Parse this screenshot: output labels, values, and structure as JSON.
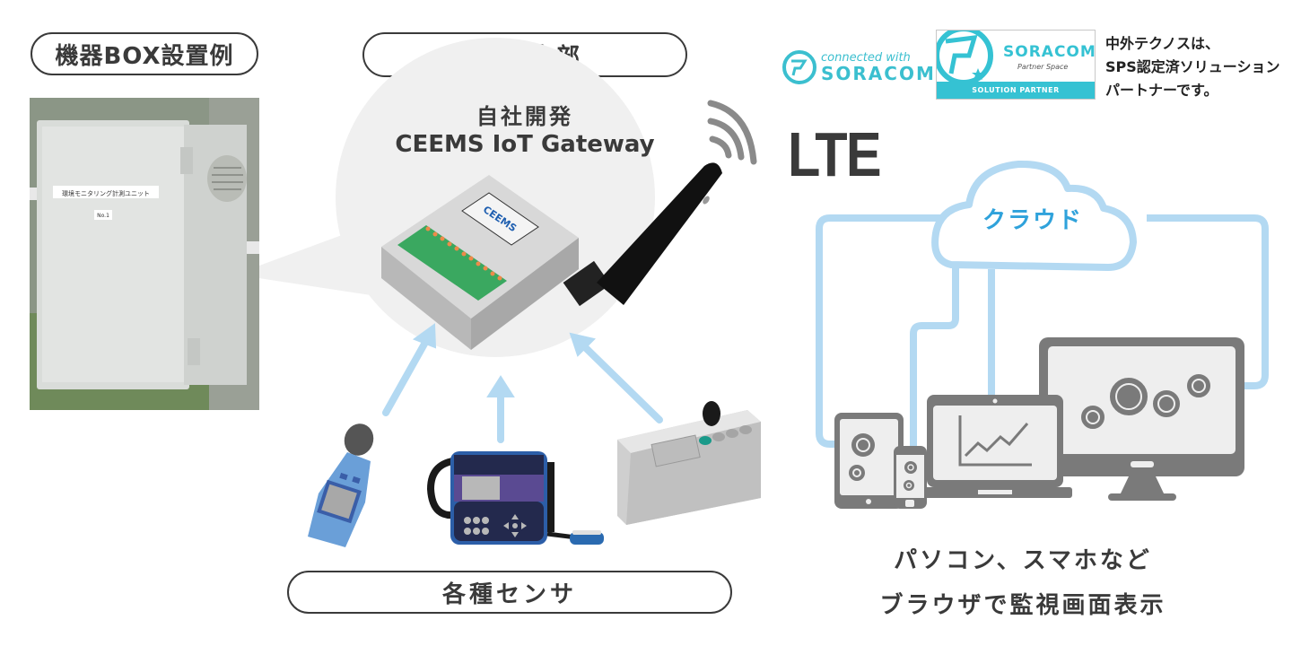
{
  "labels": {
    "box_example": "機器BOX設置例",
    "box_inside": "BOX内部",
    "sensors": "各種センサ"
  },
  "gateway": {
    "title_line1": "自社開発",
    "title_line2": "CEEMS IoT Gateway",
    "device_brand": "CEEMS"
  },
  "photo": {
    "enclosure_label": "環境モニタリング計測ユニット",
    "enclosure_number": "No.1"
  },
  "network": {
    "connection": "LTE",
    "cloud": "クラウド"
  },
  "soracom": {
    "connected_with": "connected with",
    "brand": "SORACOM",
    "partner_space": "Partner Space",
    "solution_partner": "SOLUTION PARTNER",
    "partner_statement": [
      "中外テクノスは、",
      "SPS認定済ソリューション",
      "パートナーです。"
    ]
  },
  "devices_caption": [
    "パソコン、スマホなど",
    "ブラウザで監視画面表示"
  ],
  "colors": {
    "text": "#3a3a3a",
    "cloud_line": "#b3d9f2",
    "cloud_text": "#2fa2db",
    "arrow": "#b3d9f2",
    "soracom": "#35c2d3",
    "device_gray": "#7a7a7a",
    "bubble": "#f0f0f0"
  }
}
